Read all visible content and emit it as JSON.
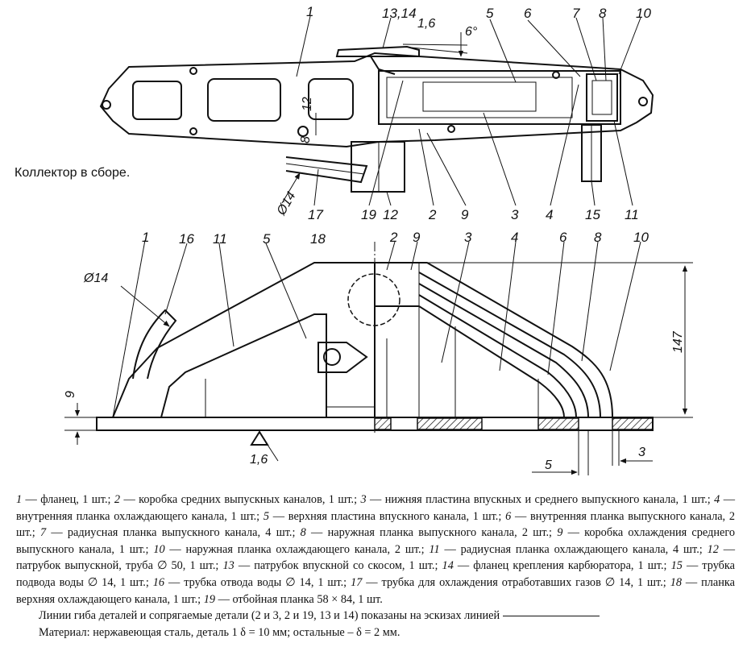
{
  "caption": "Коллектор в сборе.",
  "top_view_labels": [
    {
      "id": "t1",
      "text": "1"
    },
    {
      "id": "t13",
      "text": "13,14"
    },
    {
      "id": "t5",
      "text": "5"
    },
    {
      "id": "t6",
      "text": "6"
    },
    {
      "id": "t7",
      "text": "7"
    },
    {
      "id": "t8",
      "text": "8"
    },
    {
      "id": "t10",
      "text": "10"
    },
    {
      "id": "t4",
      "text": "4"
    },
    {
      "id": "t15",
      "text": "15"
    },
    {
      "id": "t11",
      "text": "11"
    },
    {
      "id": "t3",
      "text": "3"
    },
    {
      "id": "t9",
      "text": "9"
    },
    {
      "id": "t2",
      "text": "2"
    },
    {
      "id": "t12",
      "text": "12"
    },
    {
      "id": "t19",
      "text": "19"
    },
    {
      "id": "t17",
      "text": "17"
    }
  ],
  "top_view_dims": {
    "angle": "6°",
    "roughness": "1,6",
    "d12": "12",
    "d8": "8",
    "dia14": "Ø14"
  },
  "front_view_labels": [
    {
      "id": "f1",
      "text": "1"
    },
    {
      "id": "f16",
      "text": "16"
    },
    {
      "id": "f11",
      "text": "11"
    },
    {
      "id": "f5",
      "text": "5"
    },
    {
      "id": "f18",
      "text": "18"
    },
    {
      "id": "f2",
      "text": "2"
    },
    {
      "id": "f9",
      "text": "9"
    },
    {
      "id": "f3",
      "text": "3"
    },
    {
      "id": "f4",
      "text": "4"
    },
    {
      "id": "f6",
      "text": "6"
    },
    {
      "id": "f8",
      "text": "8"
    },
    {
      "id": "f10",
      "text": "10"
    }
  ],
  "front_view_dims": {
    "dia14": "Ø14",
    "d9": "9",
    "height": "147",
    "roughness": "1,6",
    "d5": "5",
    "d3": "3"
  },
  "legend": {
    "parts": [
      {
        "n": "1",
        "text": " — фланец, 1 шт.; "
      },
      {
        "n": "2",
        "text": " — коробка средних выпускных каналов, 1 шт.; "
      },
      {
        "n": "3",
        "text": " — нижняя пластина впускных и среднего выпускного канала, 1 шт.; "
      },
      {
        "n": "4",
        "text": " — внутренняя планка охлаждающего канала, 1 шт.; "
      },
      {
        "n": "5",
        "text": " — верхняя пластина впускного канала, 1 шт.; "
      },
      {
        "n": "6",
        "text": " — внутренняя планка выпускного канала, 2 шт.; "
      },
      {
        "n": "7",
        "text": " — радиусная планка выпускного канала, 4 шт.; "
      },
      {
        "n": "8",
        "text": " — наружная планка выпускного канала, 2 шт.; "
      },
      {
        "n": "9",
        "text": " — коробка охлаждения среднего выпускного канала, 1 шт.; "
      },
      {
        "n": "10",
        "text": " — наружная планка охлаждающего канала, 2 шт.; "
      },
      {
        "n": "11",
        "text": " — радиусная планка охлаждающего канала, 4 шт.; "
      },
      {
        "n": "12",
        "text": " — патрубок выпускной, труба ∅ 50, 1 шт.; "
      },
      {
        "n": "13",
        "text": " — патрубок впускной со скосом, 1 шт.; "
      },
      {
        "n": "14",
        "text": " — фланец крепления карбюратора, 1 шт.; "
      },
      {
        "n": "15",
        "text": " — трубка подвода воды ∅ 14, 1 шт.; "
      },
      {
        "n": "16",
        "text": " — трубка отвода воды ∅ 14, 1 шт.; "
      },
      {
        "n": "17",
        "text": " — трубка для охлаждения отработавших газов ∅ 14, 1 шт.; "
      },
      {
        "n": "18",
        "text": " — планка верхняя охлаждающего канала, 1 шт.; "
      },
      {
        "n": "19",
        "text": " — отбойная планка 58 × 84, 1 шт."
      }
    ],
    "note_bend": "Линии гиба деталей и сопрягаемые детали (2 и 3, 2 и 19, 13 и 14) показаны на эскизах линией",
    "note_material": "Материал: нержавеющая сталь, деталь 1 δ = 10 мм; остальные – δ = 2 мм."
  }
}
